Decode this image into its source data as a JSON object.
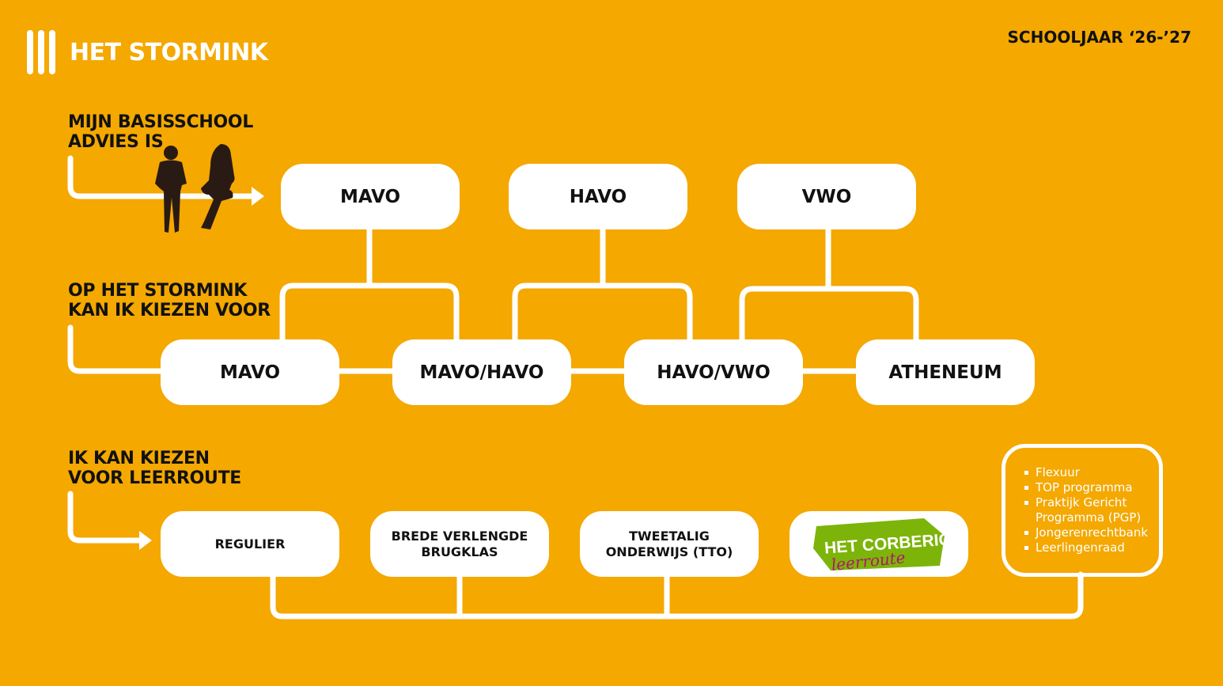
{
  "brand": {
    "name": "HET STORMINK"
  },
  "school_year": "SCHOOLJAAR ‘26-’27",
  "sections": {
    "advice_label": "MIJN BASISSCHOOL\nADVIES IS",
    "choice_label": "OP HET STORMINK\nKAN IK KIEZEN VOOR",
    "route_label": "IK KAN KIEZEN\nVOOR LEERROUTE"
  },
  "advice_levels": [
    "MAVO",
    "HAVO",
    "VWO"
  ],
  "stormink_options": [
    "MAVO",
    "MAVO/HAVO",
    "HAVO/VWO",
    "ATHENEUM"
  ],
  "learning_routes": [
    "REGULIER",
    "BREDE VERLENGDE\nBRUGKLAS",
    "TWEETALIG\nONDERWIJS (TTO)"
  ],
  "corberic": {
    "title": "HET CORBERIC",
    "subtitle": "leerroute"
  },
  "extras": [
    "Flexuur",
    "TOP programma",
    "Praktijk Gericht\nProgramma (PGP)",
    "Jongerenrechtbank",
    "Leerlingenraad"
  ],
  "colors": {
    "background": "#F4A800",
    "box": "#FFFFFF",
    "line": "#FFFFFF",
    "corberic_green": "#7DB40A",
    "corberic_pink": "#B0176B"
  }
}
